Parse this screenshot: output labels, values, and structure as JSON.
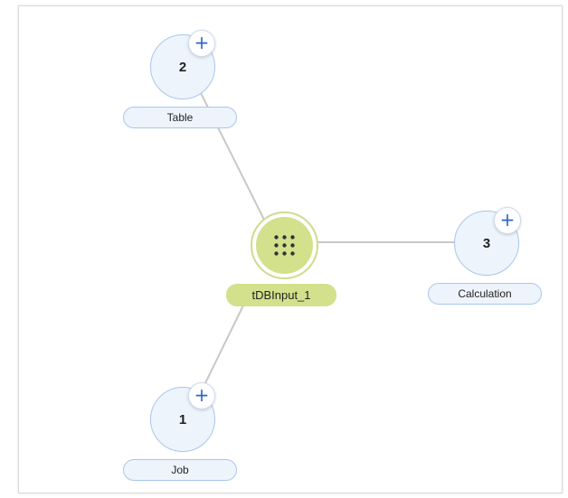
{
  "graph": {
    "center": {
      "label": "tDBInput_1",
      "icon": "grid-dots-icon",
      "color": "#d3e08c"
    },
    "nodes": [
      {
        "id": "table",
        "count": "2",
        "label": "Table",
        "add_icon": "+"
      },
      {
        "id": "calculation",
        "count": "3",
        "label": "Calculation",
        "add_icon": "+"
      },
      {
        "id": "job",
        "count": "1",
        "label": "Job",
        "add_icon": "+"
      }
    ]
  },
  "colors": {
    "node_fill": "#eef4fc",
    "node_border": "#a9c6ec",
    "add_icon": "#2e66c8",
    "edge": "#c8c8c8"
  }
}
